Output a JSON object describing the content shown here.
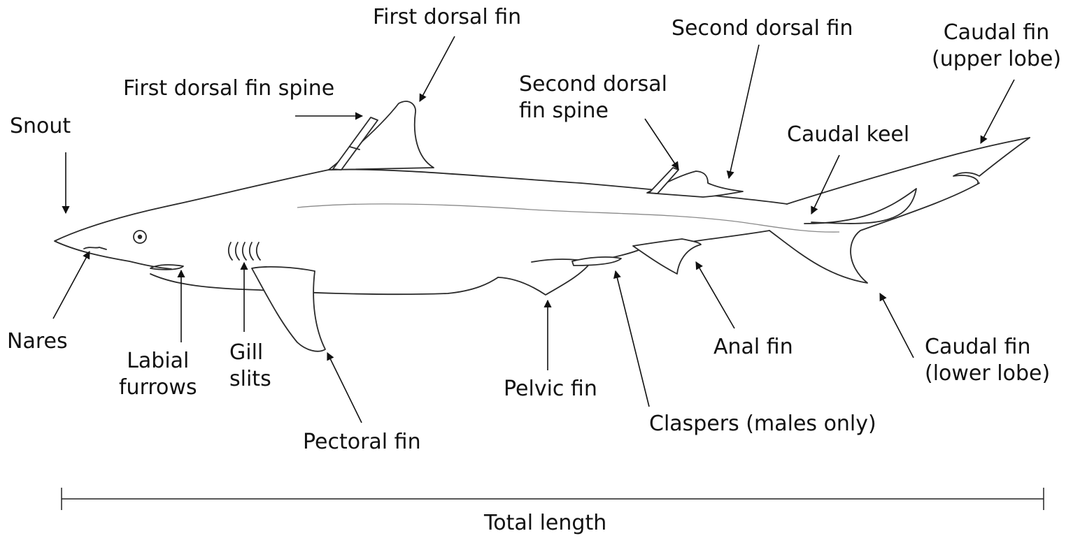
{
  "labels": {
    "first_dorsal_fin": "First dorsal fin",
    "second_dorsal_fin": "Second dorsal fin",
    "caudal_fin_upper_line1": "Caudal fin",
    "caudal_fin_upper_line2": "(upper lobe)",
    "first_dorsal_fin_spine": "First dorsal fin spine",
    "second_dorsal_fin_spine_line1": "Second dorsal",
    "second_dorsal_fin_spine_line2": "fin spine",
    "snout": "Snout",
    "caudal_keel": "Caudal keel",
    "nares": "Nares",
    "labial_furrows_line1": "Labial",
    "labial_furrows_line2": "furrows",
    "gill_slits_line1": "Gill",
    "gill_slits_line2": "slits",
    "pectoral_fin": "Pectoral fin",
    "pelvic_fin": "Pelvic fin",
    "claspers": "Claspers (males only)",
    "anal_fin": "Anal fin",
    "caudal_fin_lower_line1": "Caudal fin",
    "caudal_fin_lower_line2": "(lower lobe)",
    "total_length": "Total length"
  }
}
